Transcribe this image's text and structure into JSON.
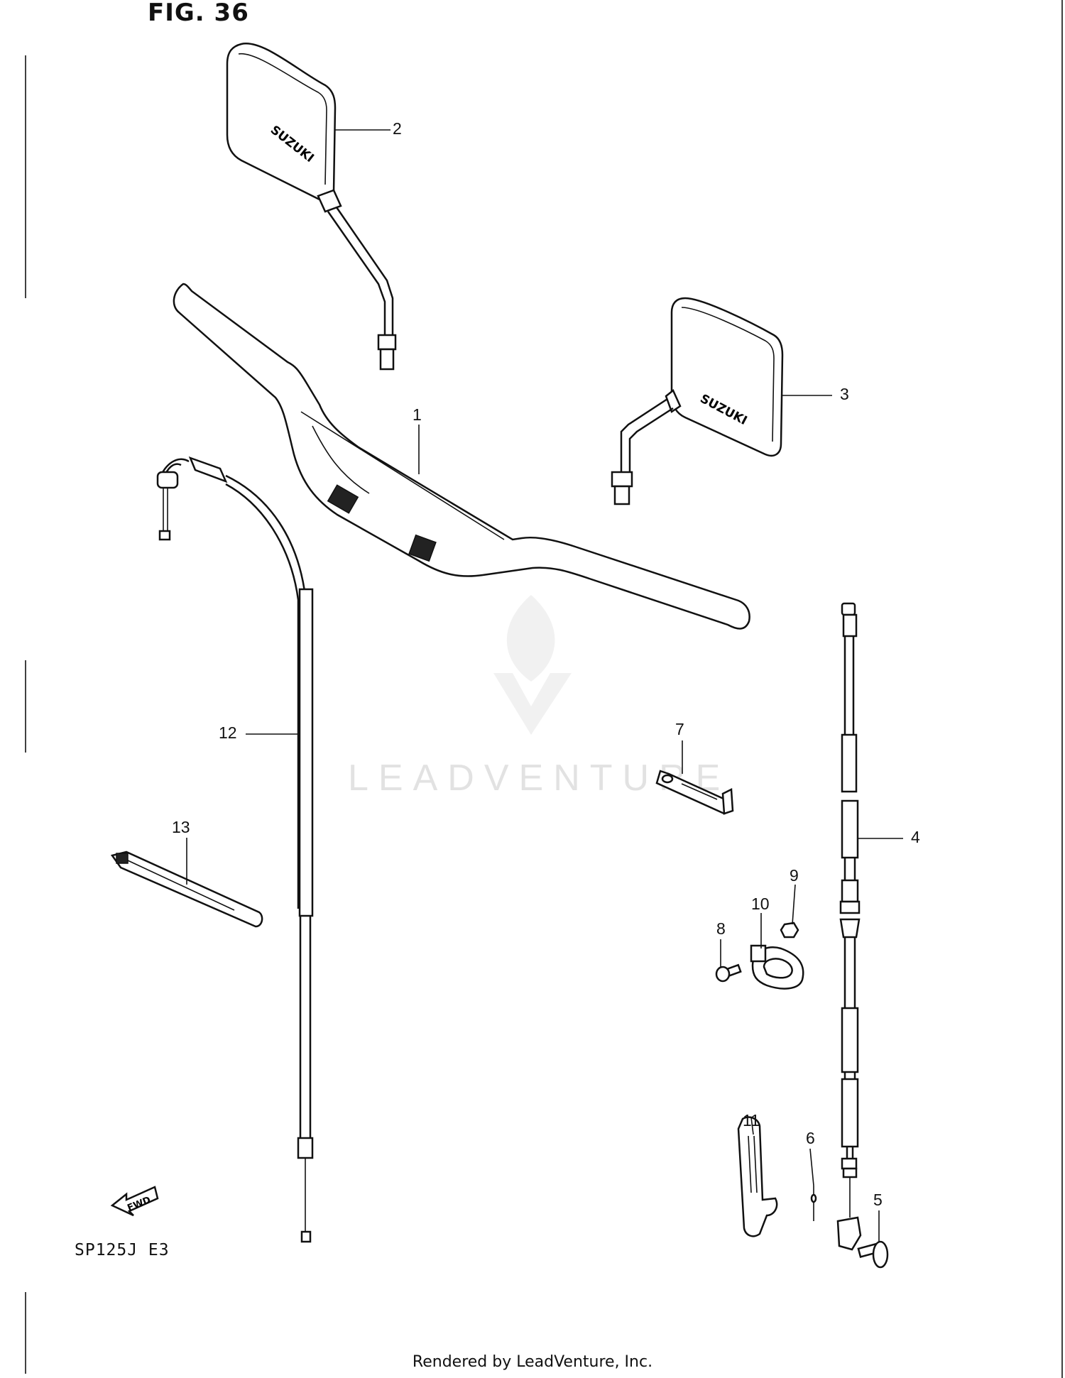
{
  "figure": {
    "title": "FIG. 36",
    "model_code": "SP125J  E3"
  },
  "footer": {
    "text": "Rendered by LeadVenture, Inc."
  },
  "watermark": {
    "text": "LEADVENTURE"
  },
  "mirror_brand": "SUZUKI",
  "fwd_label": "FWD",
  "callouts": [
    {
      "id": "1",
      "label": "1"
    },
    {
      "id": "2",
      "label": "2"
    },
    {
      "id": "3",
      "label": "3"
    },
    {
      "id": "4",
      "label": "4"
    },
    {
      "id": "5",
      "label": "5"
    },
    {
      "id": "6",
      "label": "6"
    },
    {
      "id": "7",
      "label": "7"
    },
    {
      "id": "8",
      "label": "8"
    },
    {
      "id": "9",
      "label": "9"
    },
    {
      "id": "10",
      "label": "10"
    },
    {
      "id": "11",
      "label": "11"
    },
    {
      "id": "12",
      "label": "12"
    },
    {
      "id": "13",
      "label": "13"
    }
  ]
}
